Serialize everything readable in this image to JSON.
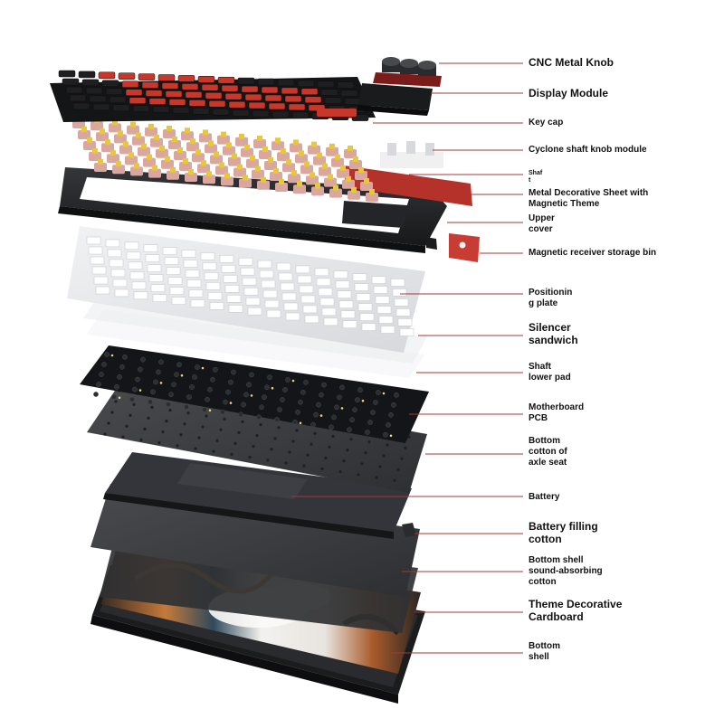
{
  "colors": {
    "leader": "#a33a34",
    "keycap_red": "#c8382a",
    "keycap_black": "#1f1f21",
    "switch_yellow": "#e8c83a",
    "switch_pink": "#d9a7a0",
    "plate": "#e6e7ea",
    "pcb": "#16171a",
    "foam": "#3c3d40",
    "frame": "#242528",
    "accent_metal": "#b5322b"
  },
  "labels": [
    {
      "id": "cnc-metal-knob",
      "text": "CNC Metal Knob"
    },
    {
      "id": "display-module",
      "text": "Display Module"
    },
    {
      "id": "key-cap",
      "text": "Key cap"
    },
    {
      "id": "cyclone-shaft-knob-module",
      "text": "Cyclone shaft knob module"
    },
    {
      "id": "shaft",
      "text": "Shaf\nt"
    },
    {
      "id": "metal-decorative-sheet",
      "text": "Metal Decorative Sheet with\nMagnetic Theme"
    },
    {
      "id": "upper-cover",
      "text": "Upper\ncover"
    },
    {
      "id": "magnetic-receiver-bin",
      "text": "Magnetic receiver storage bin"
    },
    {
      "id": "positioning-plate",
      "text": "Positionin\ng plate"
    },
    {
      "id": "silencer-sandwich",
      "text": "Silencer\nsandwich"
    },
    {
      "id": "shaft-lower-pad",
      "text": "Shaft\nlower pad"
    },
    {
      "id": "motherboard-pcb",
      "text": "Motherboard\nPCB"
    },
    {
      "id": "bottom-cotton-axle-seat",
      "text": "Bottom\ncotton of\naxle seat"
    },
    {
      "id": "battery",
      "text": "Battery"
    },
    {
      "id": "battery-filling-cotton",
      "text": "Battery filling\ncotton"
    },
    {
      "id": "bottom-shell-cotton",
      "text": "Bottom shell\nsound-absorbing\ncotton"
    },
    {
      "id": "theme-decorative-cardboard",
      "text": "Theme Decorative\nCardboard"
    },
    {
      "id": "bottom-shell",
      "text": "Bottom\nshell"
    }
  ]
}
